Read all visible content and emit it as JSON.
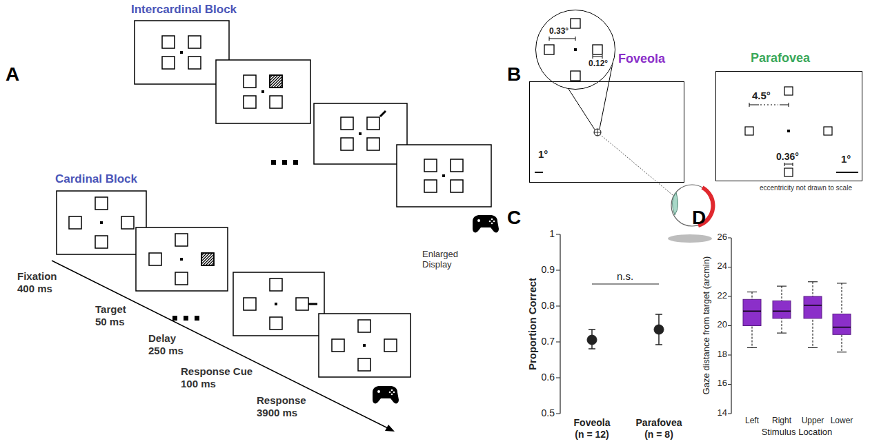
{
  "diagram": {
    "nodes": [
      {
        "text": [
          "Foveola",
          "1°"
        ]
      },
      {
        "text": [
          "0.33°",
          "0.12°"
        ]
      },
      {
        "text": [
          "Parafovea",
          "4.5°",
          "0.36°",
          "1°",
          "eccentricity not drawn to scale"
        ]
      }
    ],
    "labels": [
      "A",
      "Intercardinal Block",
      "Cardinal Block",
      "Fixation",
      "400 ms",
      "Target",
      "50 ms",
      "Delay",
      "250 ms",
      "Response Cue",
      "100 ms",
      "Response",
      "3900 ms",
      "Enlarged Display",
      "B",
      "C",
      "1",
      "0.9",
      "0.8",
      "0.7",
      "0.6",
      "0.5",
      "Proportion Correct",
      "n.s.",
      "Foveola",
      "(n = 12)",
      "Parafovea",
      "(n = 8)",
      "D",
      "26",
      "24",
      "22",
      "20",
      "18",
      "16",
      "14",
      "Gaze distance from target (arcmin)",
      "Left",
      "Right",
      "Upper",
      "Lower",
      "Stimulus Location"
    ]
  }
}
